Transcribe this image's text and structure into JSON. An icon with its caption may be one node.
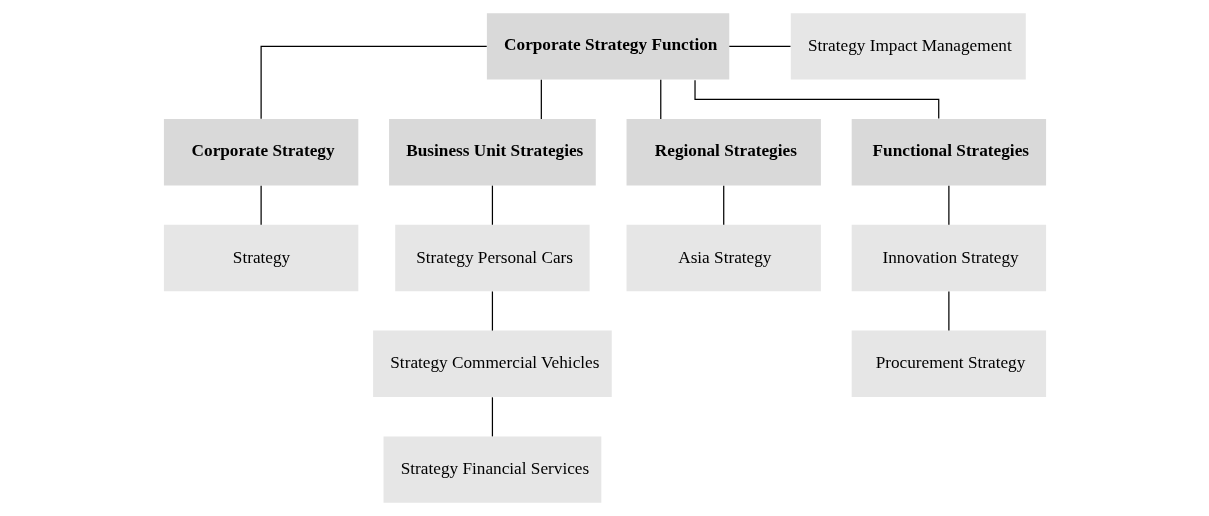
{
  "diagram": {
    "nodes": [
      {
        "text": [
          "Corporate Strategy Function"
        ]
      },
      {
        "text": [
          "Strategy Impact Management"
        ]
      },
      {
        "text": [
          "Corporate Strategy"
        ]
      },
      {
        "text": [
          "Business Unit Strategies"
        ]
      },
      {
        "text": [
          "Regional Strategies"
        ]
      },
      {
        "text": [
          "Functional Strategies"
        ]
      },
      {
        "text": [
          "Strategy"
        ]
      },
      {
        "text": [
          "Strategy Personal Cars"
        ]
      },
      {
        "text": [
          "Strategy Commercial Vehicles"
        ]
      },
      {
        "text": [
          "Strategy Financial Services"
        ]
      },
      {
        "text": [
          "Asia Strategy"
        ]
      },
      {
        "text": [
          "Innovation Strategy"
        ]
      },
      {
        "text": [
          "Procurement Strategy"
        ]
      }
    ],
    "edges": [
      {
        "from": 0,
        "to": 1,
        "arrow": "none"
      },
      {
        "from": 0,
        "to": 2,
        "arrow": "none"
      },
      {
        "from": 0,
        "to": 3,
        "arrow": "none"
      },
      {
        "from": 0,
        "to": 4,
        "arrow": "none"
      },
      {
        "from": 0,
        "to": 5,
        "arrow": "none"
      },
      {
        "from": 2,
        "to": 6,
        "arrow": "none"
      },
      {
        "from": 3,
        "to": 7,
        "arrow": "none"
      },
      {
        "from": 7,
        "to": 8,
        "arrow": "none"
      },
      {
        "from": 8,
        "to": 9,
        "arrow": "none"
      },
      {
        "from": 4,
        "to": 10,
        "arrow": "none"
      },
      {
        "from": 5,
        "to": 11,
        "arrow": "none"
      },
      {
        "from": 11,
        "to": 12,
        "arrow": "none"
      }
    ]
  }
}
